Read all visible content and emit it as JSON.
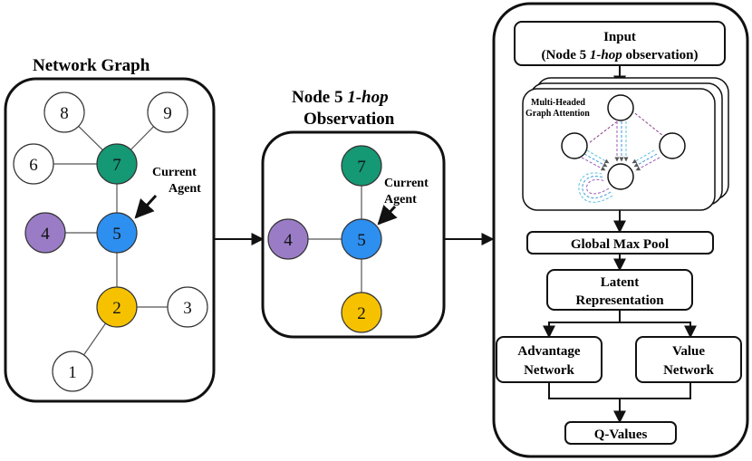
{
  "colors": {
    "teal": "#159874",
    "blue": "#2d8fef",
    "purple": "#9a7cc6",
    "yellow": "#f6c200",
    "white": "#ffffff",
    "stroke": "#111111"
  },
  "network_graph": {
    "title": "Network Graph",
    "nodes": [
      {
        "id": "8",
        "label": "8",
        "color": "white"
      },
      {
        "id": "9",
        "label": "9",
        "color": "white"
      },
      {
        "id": "6",
        "label": "6",
        "color": "white"
      },
      {
        "id": "7",
        "label": "7",
        "color": "teal"
      },
      {
        "id": "4",
        "label": "4",
        "color": "purple"
      },
      {
        "id": "5",
        "label": "5",
        "color": "blue"
      },
      {
        "id": "2",
        "label": "2",
        "color": "yellow"
      },
      {
        "id": "3",
        "label": "3",
        "color": "white"
      },
      {
        "id": "1",
        "label": "1",
        "color": "white"
      }
    ],
    "edges": [
      [
        "8",
        "7"
      ],
      [
        "9",
        "7"
      ],
      [
        "6",
        "7"
      ],
      [
        "7",
        "5"
      ],
      [
        "4",
        "5"
      ],
      [
        "5",
        "2"
      ],
      [
        "2",
        "3"
      ],
      [
        "2",
        "1"
      ]
    ],
    "annotation_line1": "Current",
    "annotation_line2": "Agent"
  },
  "observation": {
    "title_line1_prefix": "Node 5 ",
    "title_line1_italic": "1-hop",
    "title_line2": "Observation",
    "nodes": [
      {
        "id": "7",
        "label": "7",
        "color": "teal"
      },
      {
        "id": "4",
        "label": "4",
        "color": "purple"
      },
      {
        "id": "5",
        "label": "5",
        "color": "blue"
      },
      {
        "id": "2",
        "label": "2",
        "color": "yellow"
      }
    ],
    "edges": [
      [
        "7",
        "5"
      ],
      [
        "4",
        "5"
      ],
      [
        "5",
        "2"
      ]
    ],
    "annotation_line1": "Current",
    "annotation_line2": "Agent"
  },
  "architecture": {
    "input_line1": "Input",
    "input_line2_prefix": "(Node 5 ",
    "input_line2_italic": "1-hop",
    "input_line2_suffix": " observation)",
    "attention_line1": "Multi-Headed",
    "attention_line2": "Graph Attention",
    "global_max_pool": "Global Max Pool",
    "latent_line1": "Latent",
    "latent_line2": "Representation",
    "advantage_line1": "Advantage",
    "advantage_line2": "Network",
    "value_line1": "Value",
    "value_line2": "Network",
    "q_values": "Q-Values"
  }
}
